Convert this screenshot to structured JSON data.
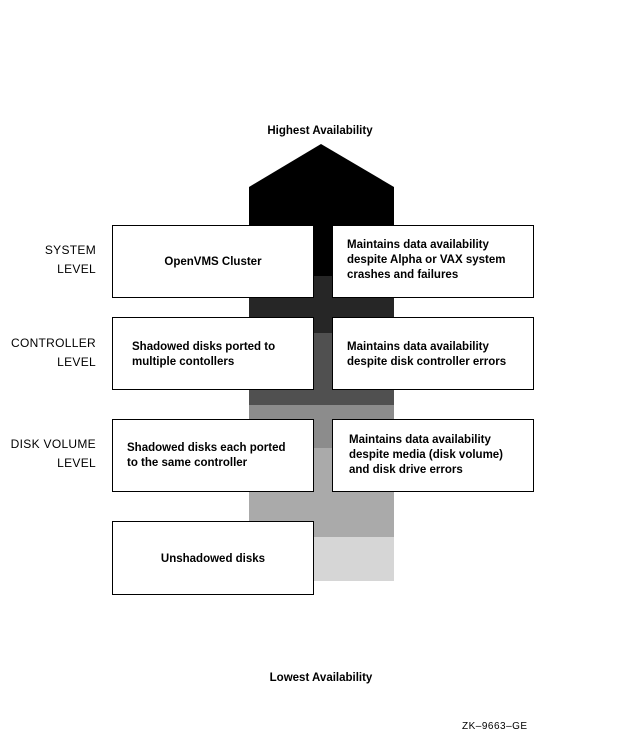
{
  "top_label": "Highest Availability",
  "bottom_label": "Lowest Availability",
  "figure_id": "ZK–9663–GE",
  "colors": {
    "band_1": "#000000",
    "band_2": "#262626",
    "band_3": "#505050",
    "band_4": "#8c8c8c",
    "band_5": "#aaaaaa",
    "band_6": "#d6d6d6"
  },
  "levels": [
    {
      "name": "SYSTEM\nLEVEL",
      "configuration": "OpenVMS Cluster",
      "description": "Maintains data availability\ndespite Alpha or VAX system\ncrashes and failures"
    },
    {
      "name": "CONTROLLER\nLEVEL",
      "configuration": "Shadowed disks ported to\n multiple contollers",
      "description": "Maintains data availability\ndespite disk controller errors"
    },
    {
      "name": "DISK VOLUME\nLEVEL",
      "configuration": "Shadowed disks each ported\n to the same controller",
      "description": "Maintains data availability\ndespite media (disk volume)\nand disk drive errors"
    },
    {
      "configuration": "Unshadowed disks"
    }
  ]
}
